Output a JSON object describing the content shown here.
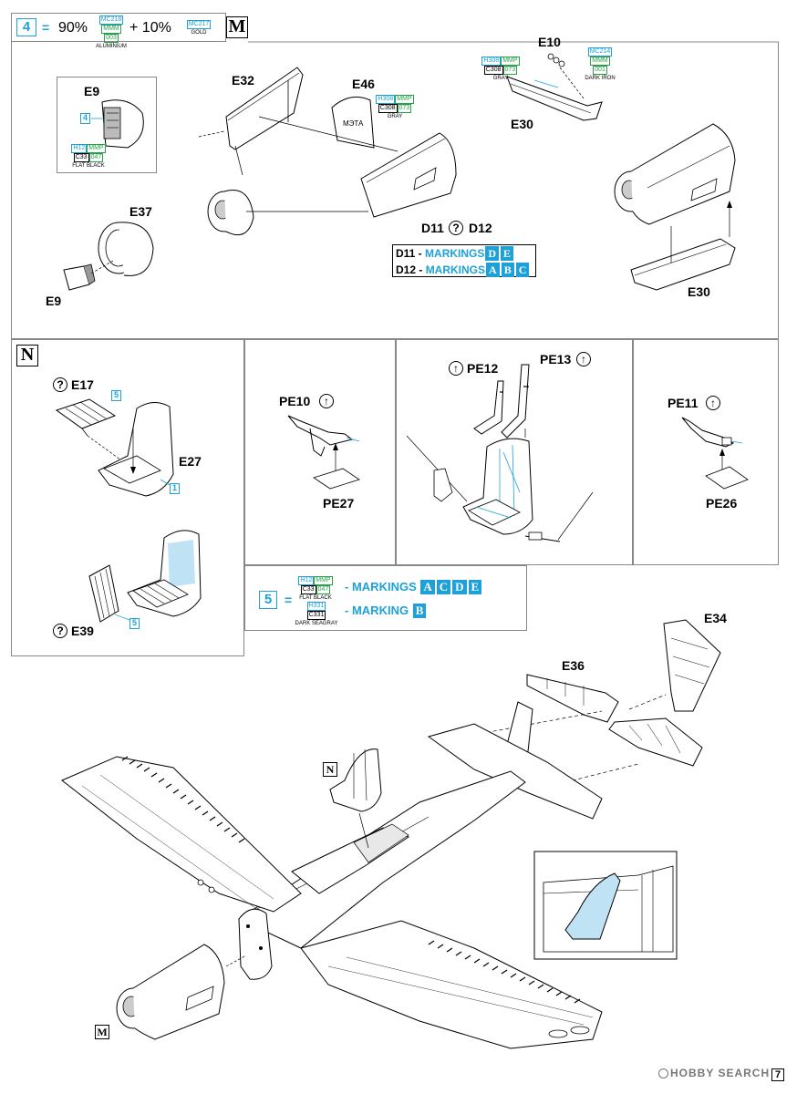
{
  "header": {
    "step4_num": "4",
    "mix_eq": "=",
    "mix_pct1": "90%",
    "mix_plus": "+ 10%",
    "paint_mc218": "MC218",
    "paint_mmm": "MMM",
    "paint_003": "003",
    "paint_aluminium": "ALUMINIUM",
    "paint_mc217": "MC217",
    "paint_gold": "GOLD"
  },
  "sections": {
    "m": "M",
    "n": "N",
    "m_small": "M",
    "n_small": "N"
  },
  "partsM": {
    "e9_top": "E9",
    "e9_box_num": "4",
    "h12": "H12",
    "mmp": "MMP",
    "c33": "C33",
    "p047": "047",
    "flat_black": "FLAT BLACK",
    "e37": "E37",
    "e9_bottom": "E9",
    "e32": "E32",
    "e46": "E46",
    "h308": "H308",
    "mmp2": "MMP",
    "c308": "C308",
    "p073": "073",
    "gray": "GRAY",
    "e10": "E10",
    "h308b": "H308",
    "mmp3": "MMP",
    "c308b": "C308",
    "p073b": "073",
    "grayb": "GRAY",
    "mc214": "MC214",
    "mmm2": "MMM",
    "p001": "001",
    "dark_iron": "DARK IRON",
    "e30_top": "E30",
    "e30_bottom": "E30",
    "d11": "D11",
    "d12": "D12",
    "qmark": "?",
    "row1_part": "D11 -",
    "row1_label": "MARKINGS",
    "row1_m1": "D",
    "row1_m2": "E",
    "row2_part": "D12 -",
    "row2_label": "MARKINGS",
    "row2_m1": "A",
    "row2_m2": "B",
    "row2_m3": "C"
  },
  "partsN": {
    "e17": "E17",
    "q1": "?",
    "box5a": "5",
    "e27": "E27",
    "box1": "1",
    "e39": "E39",
    "q2": "?",
    "box5b": "5",
    "pe10": "PE10",
    "pe27": "PE27",
    "pe12": "PE12",
    "pe13": "PE13",
    "pe11": "PE11",
    "pe26": "PE26",
    "arrow": "↑"
  },
  "legend5": {
    "num": "5",
    "eq": "=",
    "h12": "H12",
    "mmp": "MMP",
    "c33": "C33",
    "p047": "047",
    "flat_black": "FLAT BLACK",
    "h331": "H331",
    "c331": "C331",
    "dark_seagray": "DARK SEAGRAY",
    "dash1": "-",
    "markings": "MARKINGS",
    "m_a": "A",
    "m_c": "C",
    "m_d": "D",
    "m_e": "E",
    "dash2": "-",
    "marking": "MARKING",
    "m_b": "B"
  },
  "assembly": {
    "e34": "E34",
    "e36": "E36"
  },
  "footer": {
    "watermark": "HOBBY SEARCH",
    "page": "7"
  }
}
